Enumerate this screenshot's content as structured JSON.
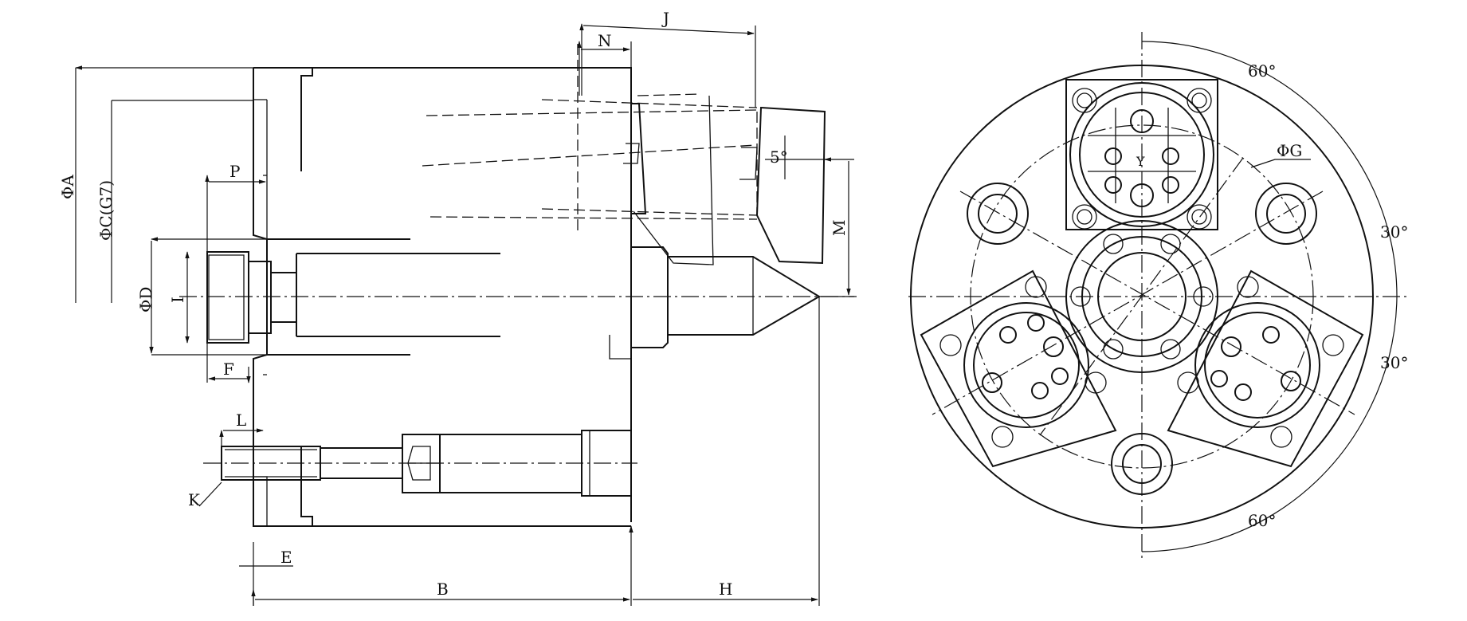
{
  "labels": {
    "A": "ΦA",
    "C": "ΦC(G7)",
    "D": "ΦD",
    "I": "I",
    "P": "P",
    "F": "F",
    "L": "L",
    "K": "K",
    "E": "E",
    "B": "B",
    "H": "H",
    "M": "M",
    "N": "N",
    "J": "J",
    "taper": "5°",
    "G": "ΦG",
    "Y": "Y",
    "ang60_top": "60°",
    "ang30_a": "30°",
    "ang30_b": "30°",
    "ang60_bot": "60°"
  }
}
